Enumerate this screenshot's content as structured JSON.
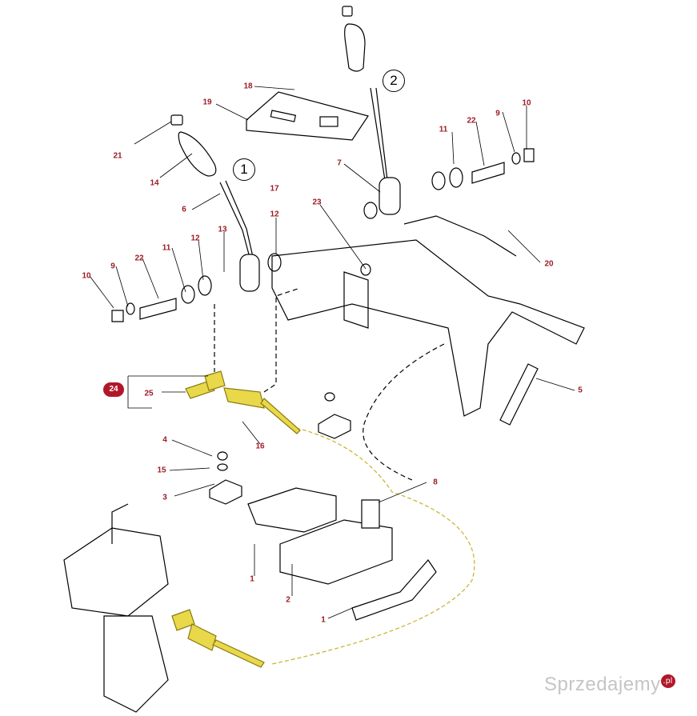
{
  "callouts": [
    {
      "id": "18",
      "text": "18"
    },
    {
      "id": "19",
      "text": "19"
    },
    {
      "id": "9a",
      "text": "9"
    },
    {
      "id": "10a",
      "text": "10"
    },
    {
      "id": "22a",
      "text": "22"
    },
    {
      "id": "11a",
      "text": "11"
    },
    {
      "id": "21",
      "text": "21"
    },
    {
      "id": "7",
      "text": "7"
    },
    {
      "id": "14",
      "text": "14"
    },
    {
      "id": "17",
      "text": "17"
    },
    {
      "id": "6",
      "text": "6"
    },
    {
      "id": "12a",
      "text": "12"
    },
    {
      "id": "23",
      "text": "23"
    },
    {
      "id": "13",
      "text": "13"
    },
    {
      "id": "11b",
      "text": "11"
    },
    {
      "id": "12b",
      "text": "12"
    },
    {
      "id": "22b",
      "text": "22"
    },
    {
      "id": "9b",
      "text": "9"
    },
    {
      "id": "10b",
      "text": "10"
    },
    {
      "id": "20",
      "text": "20"
    },
    {
      "id": "25",
      "text": "25"
    },
    {
      "id": "5",
      "text": "5"
    },
    {
      "id": "16",
      "text": "16"
    },
    {
      "id": "4",
      "text": "4"
    },
    {
      "id": "15",
      "text": "15"
    },
    {
      "id": "3",
      "text": "3"
    },
    {
      "id": "8",
      "text": "8"
    },
    {
      "id": "1a",
      "text": "1"
    },
    {
      "id": "2a",
      "text": "2"
    },
    {
      "id": "1b",
      "text": "1"
    }
  ],
  "assemblies": {
    "lever_1": "1",
    "lever_2": "2"
  },
  "highlight_badge": "24",
  "watermark": {
    "text": "Sprzedajemy",
    "suffix": ".pl"
  },
  "colors": {
    "label": "#9b1c24",
    "cable": "#e8d84a",
    "badge": "#b0182a"
  }
}
